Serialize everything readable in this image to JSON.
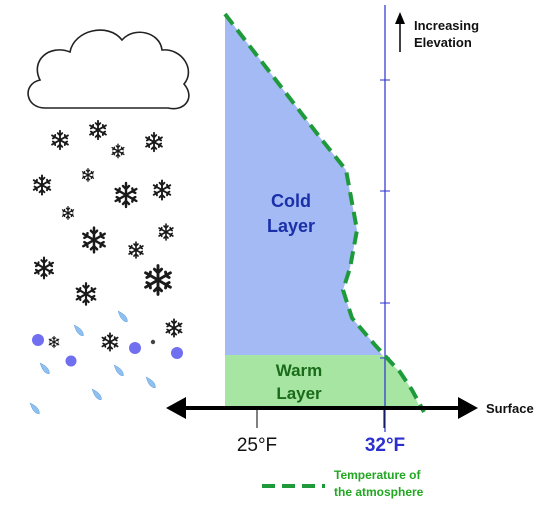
{
  "labels": {
    "elevation_line1": "Increasing",
    "elevation_line2": "Elevation",
    "cold_line1": "Cold",
    "cold_line2": "Layer",
    "warm_line1": "Warm",
    "warm_line2": "Layer",
    "surface": "Surface",
    "temp_25": "25°F",
    "temp_32": "32°F",
    "legend_line1": "Temperature of",
    "legend_line2": "the atmosphere"
  },
  "colors": {
    "cold_layer": "#a3baf5",
    "warm_layer": "#a6e6a2",
    "temperature_line": "#1f9a3a",
    "freezing_line": "#2b2fd0",
    "cold_text": "#1a2fa8",
    "warm_text": "#1a6b1a",
    "legend_text": "#22a722",
    "sleet_pellet": "#6f6ff0",
    "raindrop": "#8fc0f0"
  },
  "icons": {
    "cloud": "cloud-icon",
    "snowflake": "snowflake-icon",
    "sleet": "sleet-pellet-icon",
    "rain": "raindrop-icon"
  }
}
